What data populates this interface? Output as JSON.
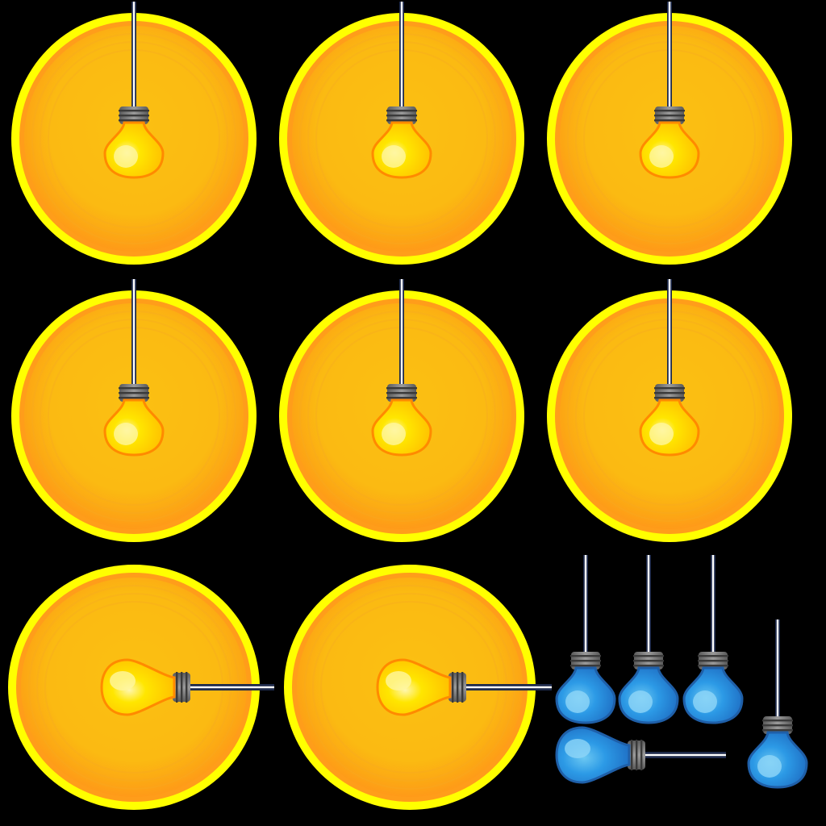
{
  "sprite_sheet": {
    "background": "#000000",
    "lit_bulbs": [
      {
        "id": "lit-hanging-1",
        "orientation": "hanging",
        "state": "on"
      },
      {
        "id": "lit-hanging-2",
        "orientation": "hanging",
        "state": "on"
      },
      {
        "id": "lit-hanging-3",
        "orientation": "hanging",
        "state": "on"
      },
      {
        "id": "lit-hanging-4",
        "orientation": "hanging",
        "state": "on"
      },
      {
        "id": "lit-hanging-5",
        "orientation": "hanging",
        "state": "on"
      },
      {
        "id": "lit-hanging-6",
        "orientation": "hanging",
        "state": "on"
      },
      {
        "id": "lit-sideways-1",
        "orientation": "sideways",
        "state": "on"
      },
      {
        "id": "lit-sideways-2",
        "orientation": "sideways",
        "state": "on"
      }
    ],
    "unlit_bulbs": [
      {
        "id": "unlit-hanging-1",
        "orientation": "hanging",
        "state": "off"
      },
      {
        "id": "unlit-hanging-2",
        "orientation": "hanging",
        "state": "off"
      },
      {
        "id": "unlit-hanging-3",
        "orientation": "hanging",
        "state": "off"
      },
      {
        "id": "unlit-hanging-4",
        "orientation": "hanging",
        "state": "off"
      },
      {
        "id": "unlit-sideways-1",
        "orientation": "sideways",
        "state": "off"
      }
    ],
    "colors": {
      "halo_outer": "#ffff00",
      "halo_ring": "#ff9d1a",
      "halo_fill": "#fbbd12",
      "lit_bulb": "#ffd400",
      "lit_bulb_rim": "#ff8a00",
      "lit_bulb_highlight": "#fff6a0",
      "unlit_bulb": "#2f9be8",
      "unlit_bulb_rim": "#1f5fa8",
      "unlit_bulb_highlight": "#8fd6f7",
      "socket": "#7f7f7f",
      "socket_ring": "#3a3a3a",
      "wire": "#ffffff",
      "wire_dark": "#1e2a4a"
    },
    "icons": {
      "lit": "lightbulb-on-icon",
      "unlit": "lightbulb-off-icon",
      "halo": "glow-halo"
    }
  }
}
